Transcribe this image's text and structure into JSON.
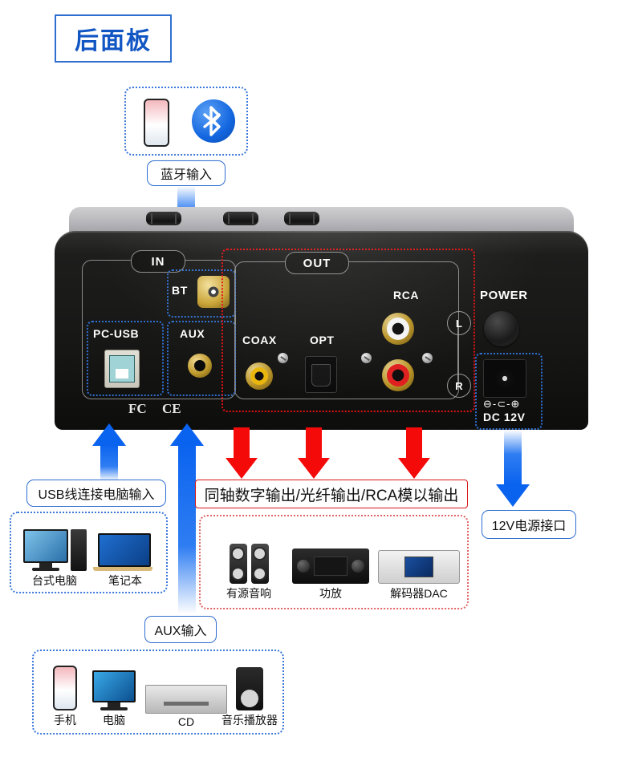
{
  "title": "后面板",
  "bluetooth_section": {
    "sources_box": {
      "items": [
        {
          "icon": "smartphone-icon",
          "label": ""
        },
        {
          "icon": "bluetooth-logo-icon",
          "label": ""
        }
      ]
    },
    "callout": "蓝牙输入"
  },
  "device": {
    "in_group": {
      "group_label": "IN",
      "ports": [
        {
          "name": "BT",
          "label": "BT",
          "connector": "sma-antenna-connector"
        },
        {
          "name": "PC-USB",
          "label": "PC-USB",
          "connector": "usb-type-b-port"
        },
        {
          "name": "AUX",
          "label": "AUX",
          "connector": "aux-3.5mm-jack"
        }
      ]
    },
    "out_group": {
      "group_label": "OUT",
      "ports": [
        {
          "name": "COAX",
          "label": "COAX",
          "connector": "coaxial-rca-yellow"
        },
        {
          "name": "OPT",
          "label": "OPT",
          "connector": "toslink-optical-port"
        },
        {
          "name": "RCA",
          "label": "RCA",
          "connector": "rca-stereo-pair"
        }
      ],
      "channels": [
        "L",
        "R"
      ]
    },
    "power_group": {
      "label": "POWER",
      "button": "power-button",
      "dc_label": "DC 12V",
      "polarity": "⊖-⊂-⊕"
    },
    "certifications": [
      "FC",
      "CE"
    ]
  },
  "callouts": {
    "usb_input": "USB线连接电脑输入",
    "aux_input": "AUX输入",
    "outputs": "同轴数字输出/光纤输出/RCA模以输出",
    "power_input": "12V电源接口"
  },
  "usb_sources": {
    "items": [
      {
        "icon": "desktop-computer-icon",
        "label": "台式电脑"
      },
      {
        "icon": "laptop-icon",
        "label": "笔记本"
      }
    ]
  },
  "output_devices": {
    "items": [
      {
        "icon": "powered-speakers-icon",
        "label": "有源音响"
      },
      {
        "icon": "amplifier-icon",
        "label": "功放"
      },
      {
        "icon": "dac-decoder-icon",
        "label": "解码器DAC"
      }
    ]
  },
  "aux_sources": {
    "items": [
      {
        "icon": "smartphone-icon",
        "label": "手机"
      },
      {
        "icon": "computer-monitor-icon",
        "label": "电脑"
      },
      {
        "icon": "cd-player-icon",
        "label": "CD"
      },
      {
        "icon": "music-player-icon",
        "label": "音乐播放器"
      }
    ]
  },
  "colors": {
    "blue_accent": "#1256c4",
    "blue_arrow": "#0a63ef",
    "red_arrow": "#f50a0a",
    "red_outline": "#d81515"
  }
}
